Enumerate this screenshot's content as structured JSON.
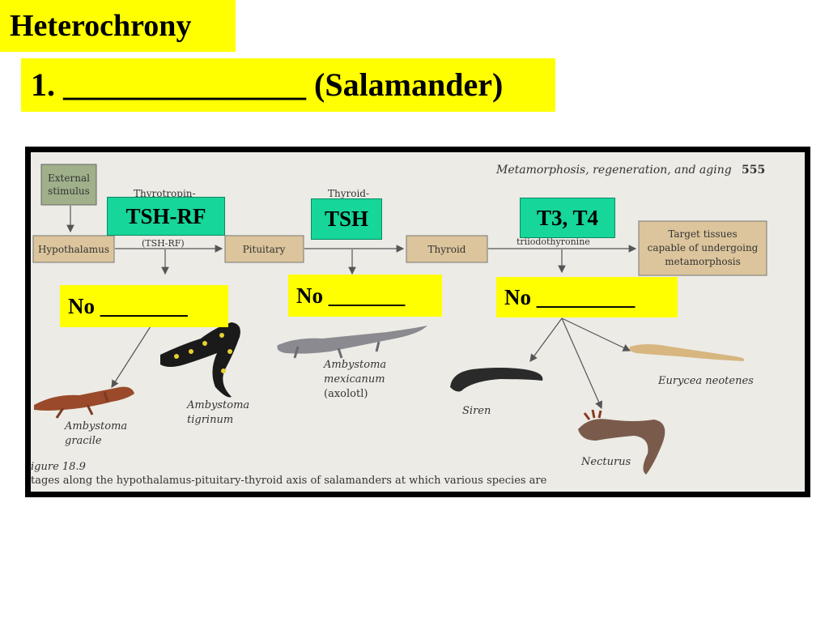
{
  "slide": {
    "title": "Heterochrony",
    "subtitle": "1. _______________ (Salamander)"
  },
  "figure": {
    "header": "Metamorphosis, regeneration, and aging",
    "page_number": "555",
    "boxes": {
      "external_stimulus": [
        "External",
        "stimulus"
      ],
      "hypothalamus": "Hypothalamus",
      "pituitary": "Pituitary",
      "thyroid": "Thyroid",
      "target_tissues": [
        "Target tissues",
        "capable of undergoing",
        "metamorphosis"
      ]
    },
    "faint_labels": {
      "thyrotropin": "Thyrotropin-",
      "thyroid_hormone": "Thyroid-",
      "tsh_rf_paren": "(TSH-RF)",
      "triiodothyronine": "triiodothyronine"
    },
    "species": [
      {
        "genus": "Ambystoma",
        "epithet": "gracile"
      },
      {
        "genus": "Ambystoma",
        "epithet": "tigrinum"
      },
      {
        "genus": "Ambystoma",
        "epithet": "mexicanum",
        "common": "(axolotl)"
      },
      {
        "name": "Siren"
      },
      {
        "name": "Eurycea neotenes"
      },
      {
        "name": "Necturus"
      }
    ],
    "caption_label": "igure 18.9",
    "caption_text": "tages along the hypothalamus-pituitary-thyroid axis of salamanders at which various species are"
  },
  "overlays": {
    "hormones": [
      "TSH-RF",
      "TSH",
      "T3, T4"
    ],
    "blanks": [
      "No ________",
      "No _______",
      "No _________"
    ]
  },
  "colors": {
    "highlight": "#ffff00",
    "hormone_box": "#16d69a",
    "diagram_box": "#dcc59c",
    "external_box": "#9fb08a"
  }
}
